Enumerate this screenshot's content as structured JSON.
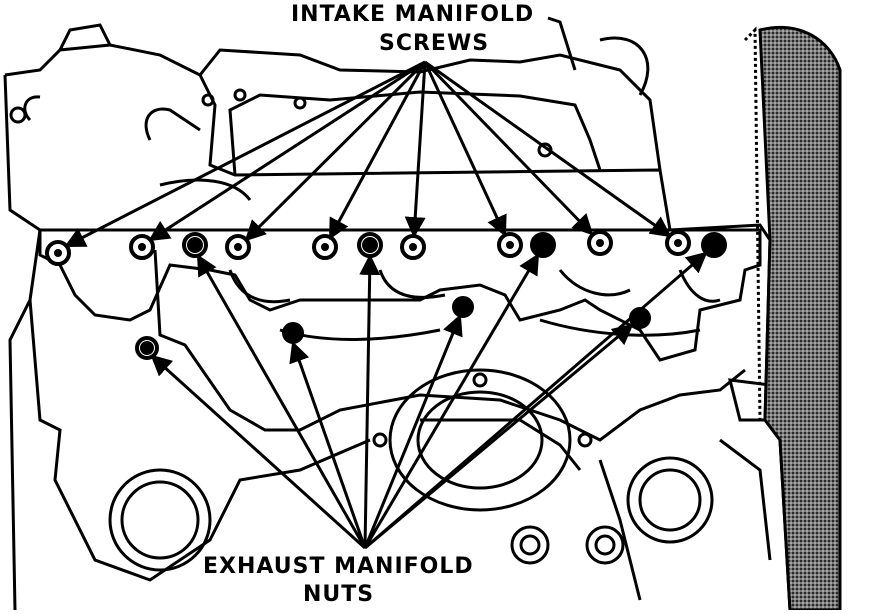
{
  "labels": {
    "intake_line1": "INTAKE MANIFOLD",
    "intake_line2": "SCREWS",
    "exhaust_line1": "EXHAUST MANIFOLD",
    "exhaust_line2": "NUTS"
  },
  "colors": {
    "ink": "#000000",
    "paper": "#ffffff",
    "belt_fill": "#555555"
  },
  "icons": {
    "fastener": "bolt-circle-icon"
  }
}
